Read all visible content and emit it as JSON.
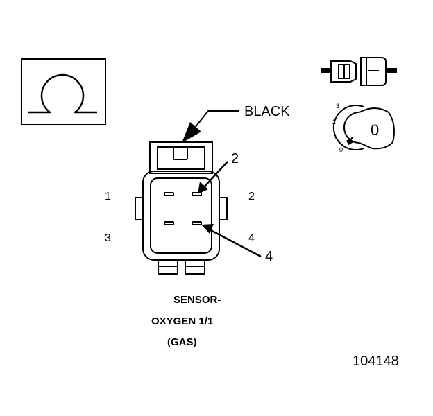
{
  "connector": {
    "color_label": "BLACK",
    "pin_labels": {
      "p1": "1",
      "p2": "2",
      "p3": "3",
      "p4": "4"
    },
    "callouts": {
      "c2": "2",
      "c4": "4"
    }
  },
  "caption": {
    "line1": "SENSOR-",
    "line2": "OXYGEN 1/1",
    "line3": "(GAS)"
  },
  "meter_dial": {
    "scale": [
      "3",
      "2",
      "1",
      "0"
    ],
    "setting": "0"
  },
  "figure_number": "104148"
}
